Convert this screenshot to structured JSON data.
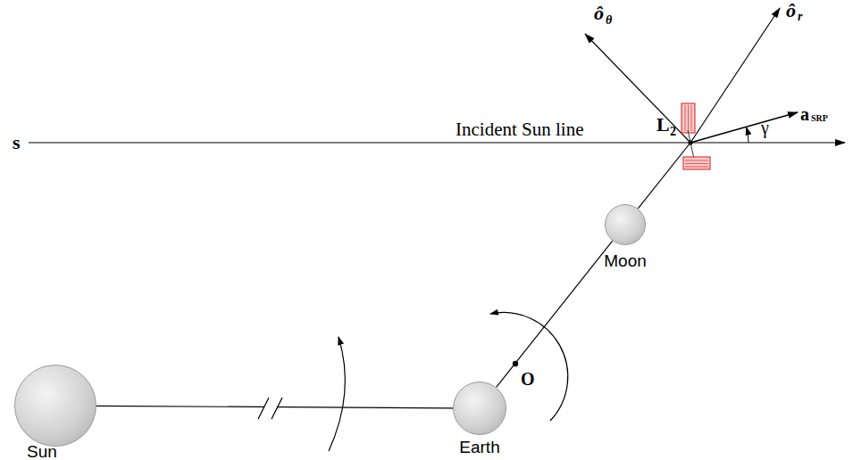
{
  "diagram": {
    "nodes": [
      {
        "text": [
          "Sun"
        ]
      },
      {
        "text": [
          "Earth"
        ]
      },
      {
        "text": [
          "Moon"
        ]
      }
    ],
    "edges": [
      {
        "from": 0,
        "to": 1,
        "arrow": "none"
      },
      {
        "from": 1,
        "to": 2,
        "arrow": "none"
      }
    ],
    "labels": [
      "s",
      "Incident Sun line",
      "L",
      "2",
      "ô",
      "θ",
      "ô",
      "r",
      "a",
      "SRP",
      "γ",
      "O"
    ]
  }
}
